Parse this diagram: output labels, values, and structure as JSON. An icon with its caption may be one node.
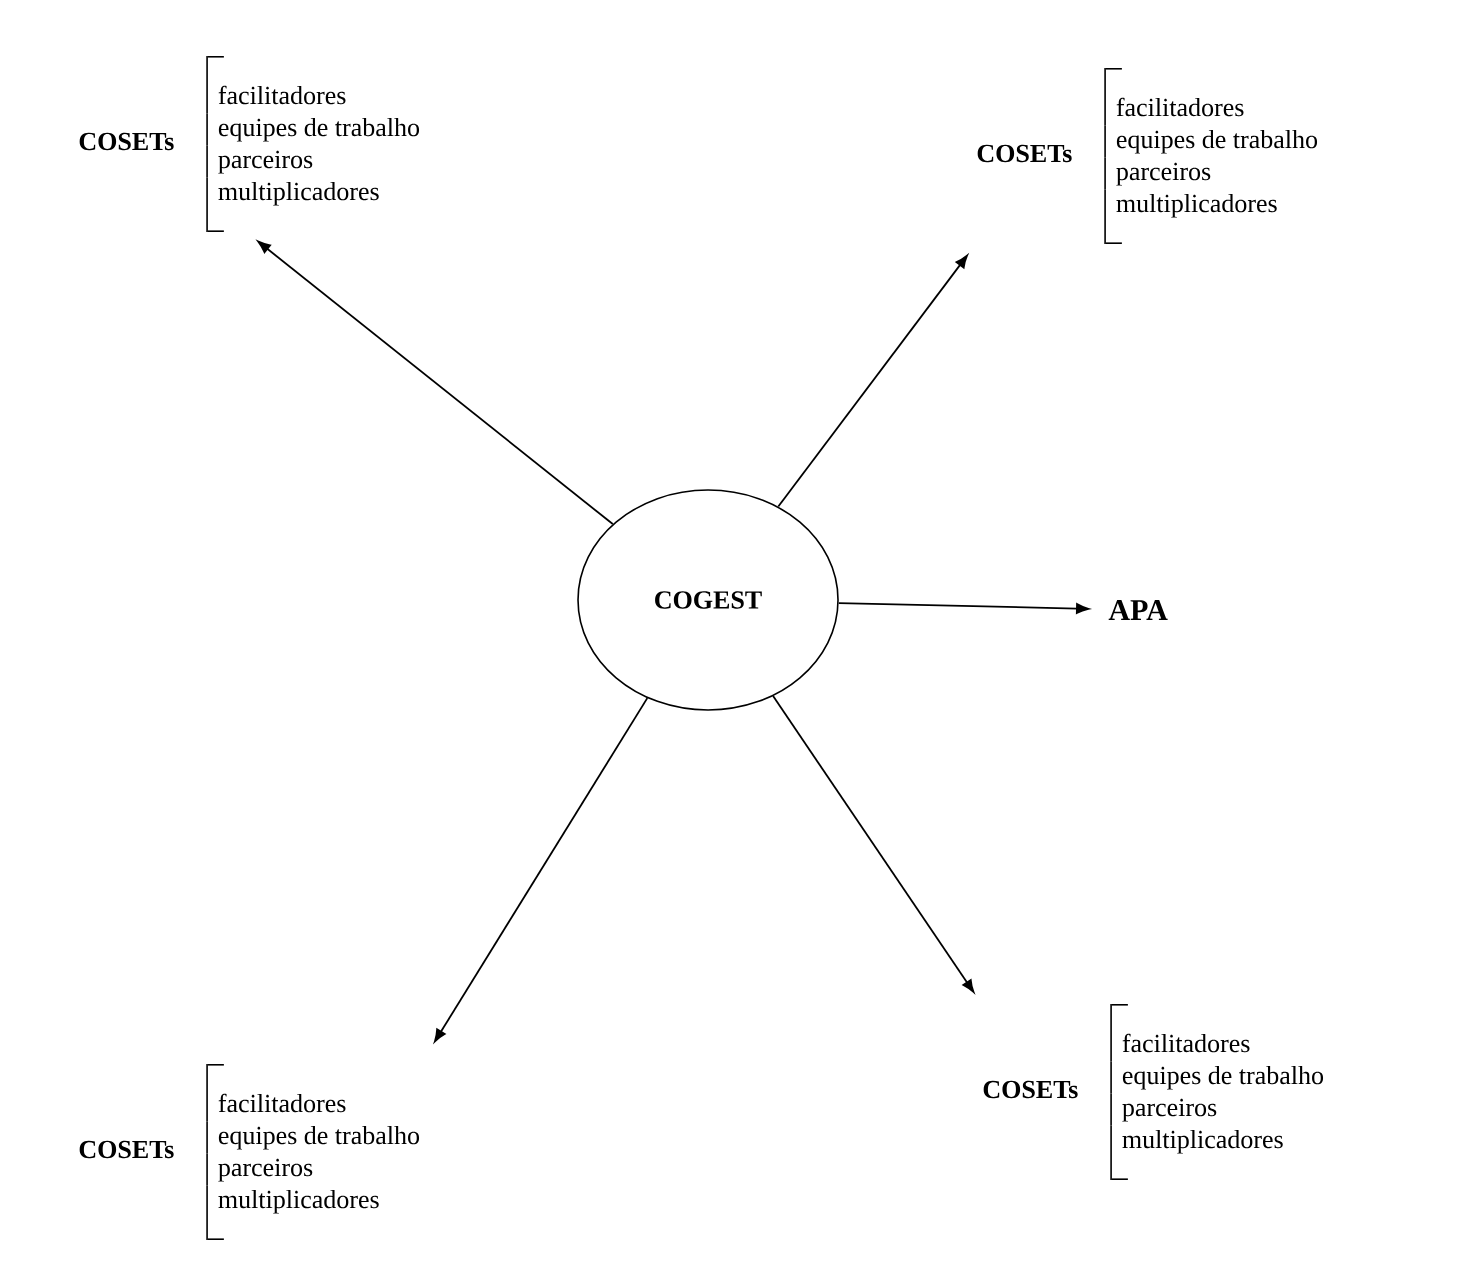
{
  "diagram": {
    "nodes": [
      {
        "text": [
          "COSETs",
          "facilitadores",
          "equipes de trabalho",
          "parceiros",
          "multiplicadores"
        ]
      },
      {
        "text": [
          "COSETs",
          "facilitadores",
          "equipes de trabalho",
          "parceiros",
          "multiplicadores"
        ]
      },
      {
        "text": [
          "COGEST"
        ]
      },
      {
        "text": [
          "APA"
        ]
      },
      {
        "text": [
          "COSETs",
          "facilitadores",
          "equipes de trabalho",
          "parceiros",
          "multiplicadores"
        ]
      },
      {
        "text": [
          "COSETs",
          "facilitadores",
          "equipes de trabalho",
          "parceiros",
          "multiplicadores"
        ]
      }
    ],
    "edges": [
      {
        "from": 2,
        "to": 0,
        "arrow": "to"
      },
      {
        "from": 2,
        "to": 1,
        "arrow": "to"
      },
      {
        "from": 2,
        "to": 3,
        "arrow": "to"
      },
      {
        "from": 2,
        "to": 4,
        "arrow": "to"
      },
      {
        "from": 2,
        "to": 5,
        "arrow": "to"
      }
    ]
  }
}
